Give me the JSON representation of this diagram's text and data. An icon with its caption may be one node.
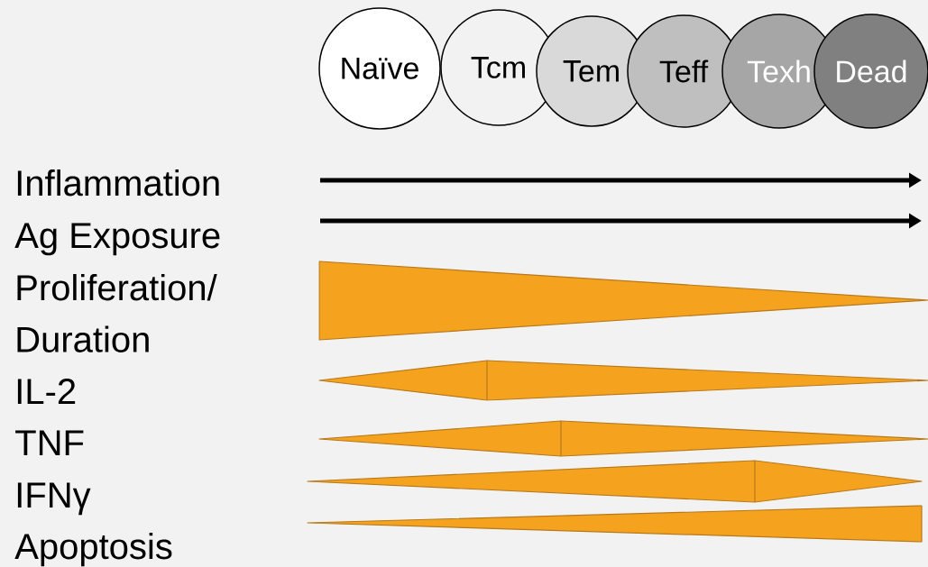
{
  "diagram": {
    "nodes": [
      {
        "text": [
          "Naïve"
        ]
      },
      {
        "text": [
          "Tcm"
        ]
      },
      {
        "text": [
          "Tem"
        ]
      },
      {
        "text": [
          "Teff"
        ]
      },
      {
        "text": [
          "Texh"
        ]
      },
      {
        "text": [
          "Dead"
        ]
      }
    ],
    "labels": [
      "Inflammation",
      "Ag Exposure",
      "Proliferation/ Duration",
      "IL-2",
      "TNF",
      "IFNγ",
      "Apoptosis"
    ]
  }
}
